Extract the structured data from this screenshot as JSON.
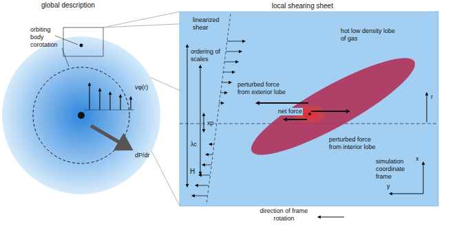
{
  "diagram": {
    "labels": [
      "global description",
      "orbiting body",
      "corotation",
      "vφ(r)",
      "dP/dr",
      "local shearing sheet",
      "linearized shear",
      "ordering of scales",
      "H",
      "λc",
      "xp",
      "hot low density lobe of gas",
      "perturbed force from exterior lobe",
      "net force",
      "perturbed force from interior lobe",
      "r",
      "x",
      "y",
      "simulation coordinate frame",
      "direction of frame rotation"
    ]
  }
}
